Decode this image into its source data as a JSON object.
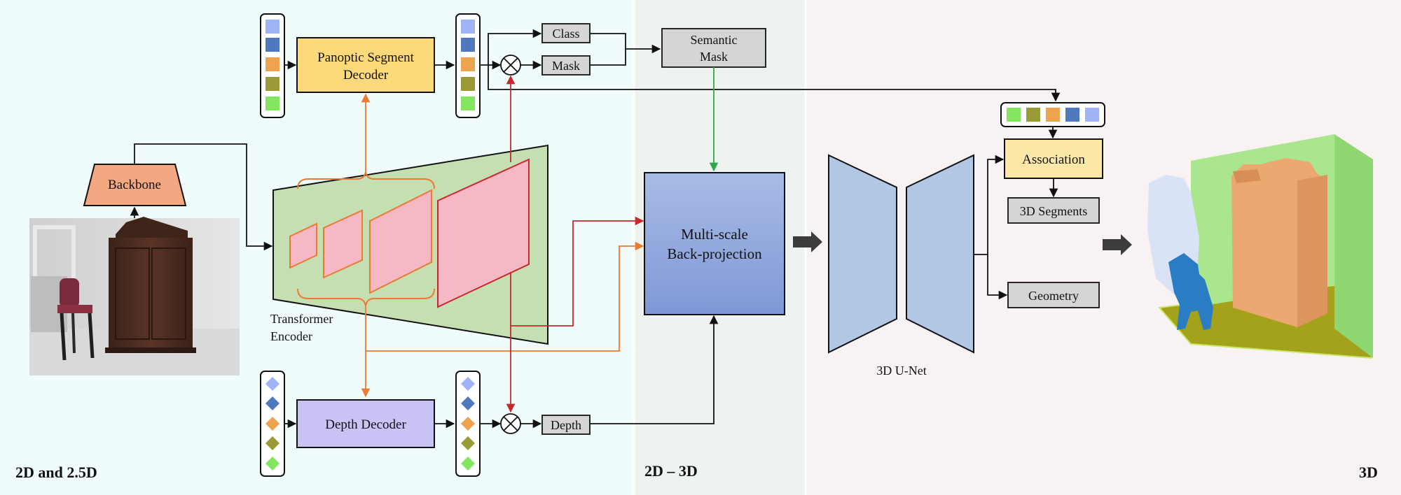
{
  "regions": {
    "left_label": "2D and 2.5D",
    "middle_label": "2D – 3D",
    "right_label": "3D",
    "left_bg": "#effcfb",
    "middle_bg": "#eef3ef",
    "right_bg": "#f8f2f2"
  },
  "blocks": {
    "backbone": "Backbone",
    "panoptic_line1": "Panoptic Segment",
    "panoptic_line2": "Decoder",
    "depth_decoder": "Depth Decoder",
    "class": "Class",
    "mask": "Mask",
    "depth": "Depth",
    "semantic_line1": "Semantic",
    "semantic_line2": "Mask",
    "msbp_line1": "Multi-scale",
    "msbp_line2": "Back-projection",
    "association": "Association",
    "segments_3d": "3D Segments",
    "geometry": "Geometry"
  },
  "labels": {
    "transformer_line1": "Transformer",
    "transformer_line2": "Encoder",
    "unet": "3D U-Net"
  },
  "colors": {
    "query_colors": [
      "#9fb3f7",
      "#4f78be",
      "#eea44f",
      "#9a9a36",
      "#84e660"
    ],
    "association_query_colors": [
      "#84e660",
      "#9a9a36",
      "#eea44f",
      "#4f78be",
      "#9fb3f7"
    ],
    "panoptic_fill": "#fcd97a",
    "backbone_fill": "#f4a882",
    "depth_fill": "#c9c3f6",
    "gray_box": "#d5d5d5",
    "msbp_fill": "#8fa6db",
    "unet_fill": "#b2c6e6",
    "association_fill": "#fde8a8",
    "encoder_fill": "#c5dfb2",
    "feature_fill": "#f7b8c6",
    "arrow_orange": "#e97b32",
    "arrow_red": "#c8282b",
    "arrow_green": "#2ea84e"
  },
  "images": {
    "room_photo": "photo-of-wardrobe-and-chair",
    "reconstruction": "3d-reconstruction-render"
  }
}
